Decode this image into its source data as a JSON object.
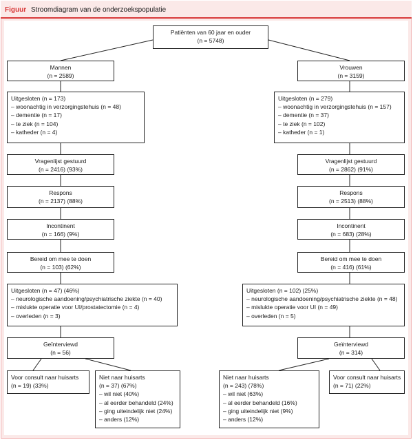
{
  "figure": {
    "label": "Figuur",
    "title": "Stroomdiagram van de onderzoekspopulatie"
  },
  "top": {
    "line1": "Patiënten van 60 jaar en ouder",
    "line2": "(n = 5748)"
  },
  "men": {
    "group": {
      "line1": "Mannen",
      "line2": "(n = 2589)"
    },
    "excluded1": {
      "title": "Uitgesloten (n = 173)",
      "items": [
        "– woonachtig in verzorgingstehuis (n = 48)",
        "– dementie (n = 17)",
        "– te ziek (n = 104)",
        "– katheder (n = 4)"
      ]
    },
    "questionnaire": {
      "line1": "Vragenlijst gestuurd",
      "line2": "(n = 2416) (93%)"
    },
    "response": {
      "line1": "Respons",
      "line2": "(n = 2137) (88%)"
    },
    "incontinent": {
      "line1": "Incontinent",
      "line2": "(n = 166) (9%)"
    },
    "willing": {
      "line1": "Bereid om mee te doen",
      "line2": "(n = 103) (62%)"
    },
    "excluded2": {
      "title": "Uitgesloten (n = 47) (46%)",
      "items": [
        "– neurologische aandoening/psychiatrische ziekte (n = 40)",
        "– mislukte operatie voor UI/prostatectomie (n = 4)",
        "– overleden (n = 3)"
      ]
    },
    "interviewed": {
      "line1": "Geïnterviewd",
      "line2": "(n = 56)"
    },
    "consult": {
      "line1": "Voor consult naar huisarts",
      "line2": "(n = 19) (33%)"
    },
    "notgp": {
      "title": "Niet naar huisarts",
      "items": [
        "(n = 37) (67%)",
        "– wil niet (40%)",
        "– al eerder behandeld (24%)",
        "– ging uiteindelijk niet (24%)",
        "– anders (12%)"
      ]
    }
  },
  "women": {
    "group": {
      "line1": "Vrouwen",
      "line2": "(n = 3159)"
    },
    "excluded1": {
      "title": "Uitgesloten (n = 279)",
      "items": [
        "– woonachtig in verzorgingstehuis (n = 157)",
        "– dementie (n = 37)",
        "– te ziek (n = 102)",
        "– katheder (n = 1)"
      ]
    },
    "questionnaire": {
      "line1": "Vragenlijst gestuurd",
      "line2": "(n = 2862) (91%)"
    },
    "response": {
      "line1": "Respons",
      "line2": "(n = 2513) (88%)"
    },
    "incontinent": {
      "line1": "Incontinent",
      "line2": "(n = 683) (28%)"
    },
    "willing": {
      "line1": "Bereid om mee te doen",
      "line2": "(n = 416) (61%)"
    },
    "excluded2": {
      "title": "Uitgesloten (n = 102) (25%)",
      "items": [
        "– neurologische aandoening/psychiatrische ziekte (n = 48)",
        "– mislukte operatie voor UI (n = 49)",
        "– overleden (n = 5)"
      ]
    },
    "interviewed": {
      "line1": "Geïnterviewd",
      "line2": "(n = 314)"
    },
    "consult": {
      "line1": "Voor consult naar huisarts",
      "line2": "(n = 71) (22%)"
    },
    "notgp": {
      "title": "Niet naar huisarts",
      "items": [
        "(n = 243) (78%)",
        "– wil niet (63%)",
        "– al eerder behandeld (16%)",
        "– ging uiteindelijk niet (9%)",
        "– anders (12%)"
      ]
    }
  }
}
